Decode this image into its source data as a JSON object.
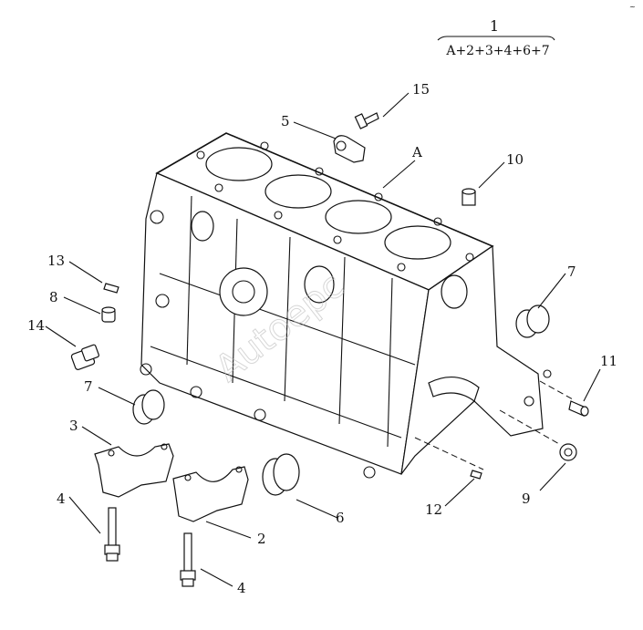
{
  "assembly": {
    "number": "1",
    "formula": "A+2+3+4+6+7"
  },
  "callouts": {
    "c15": "15",
    "c5": "5",
    "cA": "A",
    "c10": "10",
    "c13": "13",
    "c8": "8",
    "c14": "14",
    "c7a": "7",
    "c7b": "7",
    "c11": "11",
    "c3": "3",
    "c4a": "4",
    "c4b": "4",
    "c2": "2",
    "c6": "6",
    "c12": "12",
    "c9": "9"
  },
  "watermark": "Autoepc"
}
